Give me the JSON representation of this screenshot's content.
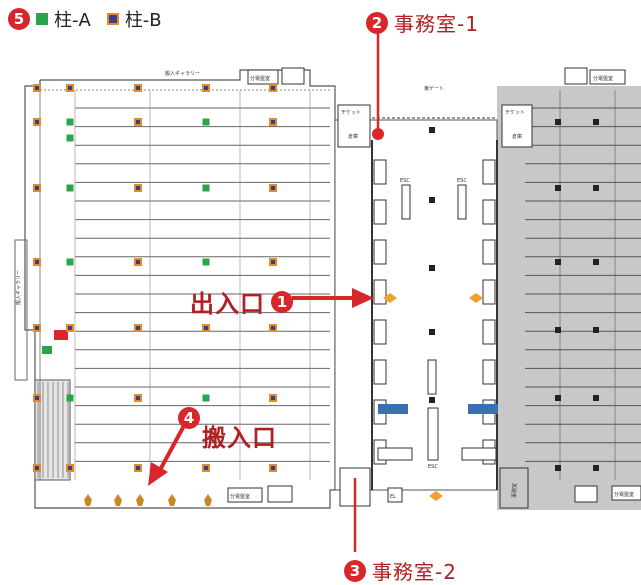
{
  "legend": {
    "number": "5",
    "col_a_label": "柱-A",
    "col_b_label": "柱-B",
    "col_a_color": "#2aa44a",
    "col_b_color": "#3b3b8f",
    "col_b_border": "#e08c2a"
  },
  "callouts": {
    "entrance": {
      "number": "1",
      "label": "出入口"
    },
    "office1": {
      "number": "2",
      "label": "事務室-1"
    },
    "office2": {
      "number": "3",
      "label": "事務室-2"
    },
    "loading": {
      "number": "4",
      "label": "搬入口"
    }
  },
  "map_labels": {
    "gallery_top": "搬入ギャラリー",
    "gallery_left": "搬入ギャラリー",
    "power_room": "分電盤室",
    "ticket": "チケット",
    "storage": "倉庫",
    "east_gate": "東ゲート",
    "esc": "ESC",
    "elevator": "EL",
    "office_side": "事務室"
  },
  "colors": {
    "accent_red": "#d9262b",
    "grey_hall": "#c8c8c8",
    "arrow_orange": "#f0a030"
  }
}
